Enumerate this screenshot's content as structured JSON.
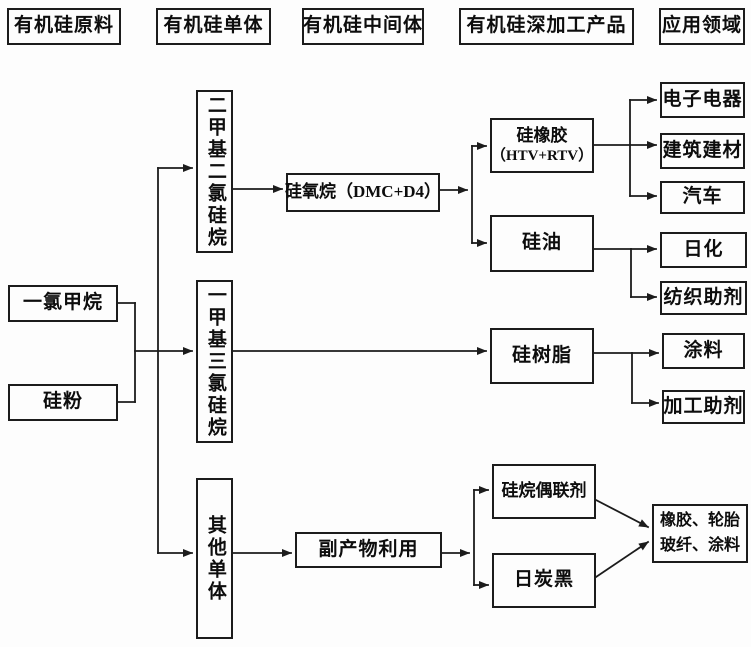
{
  "headers": [
    {
      "label": "有机硅原料"
    },
    {
      "label": "有机硅单体"
    },
    {
      "label": "有机硅中间体"
    },
    {
      "label": "有机硅深加工产品"
    },
    {
      "label": "应用领域"
    }
  ],
  "nodes": {
    "methyl_chloride": {
      "label": "一氯甲烷"
    },
    "silicon_powder": {
      "label": "硅粉"
    },
    "dimethyl_dichlorosilane": {
      "label": "二甲基二氯硅烷"
    },
    "methyl_trichlorosilane": {
      "label": "一甲基三氯硅烷"
    },
    "other_monomers": {
      "label": "其他单体"
    },
    "siloxane": {
      "label": "硅氧烷（DMC+D4）"
    },
    "byproduct_utilization": {
      "label": "副产物利用"
    },
    "silicone_rubber": {
      "line1": "硅橡胶",
      "line2": "（HTV+RTV）"
    },
    "silicone_oil": {
      "label": "硅油"
    },
    "silicone_resin": {
      "label": "硅树脂"
    },
    "silane_coupling_agent": {
      "label": "硅烷偶联剂"
    },
    "carbon_black": {
      "label": "日炭黑"
    },
    "electronics": {
      "label": "电子电器"
    },
    "construction_materials": {
      "label": "建筑建材"
    },
    "automobile": {
      "label": "汽车"
    },
    "daily_chemicals": {
      "label": "日化"
    },
    "textile_auxiliaries": {
      "label": "纺织助剂"
    },
    "coatings": {
      "label": "涂料"
    },
    "processing_aids": {
      "label": "加工助剂"
    },
    "rubber_tire_glassfiber_coating": {
      "line1": "橡胶、轮胎",
      "line2": "玻纤、涂料"
    }
  },
  "colors": {
    "background": "#fdfdfd",
    "line": "#1c1c1c",
    "box_border": "#1c1c1c",
    "text": "#0d0d0d"
  }
}
